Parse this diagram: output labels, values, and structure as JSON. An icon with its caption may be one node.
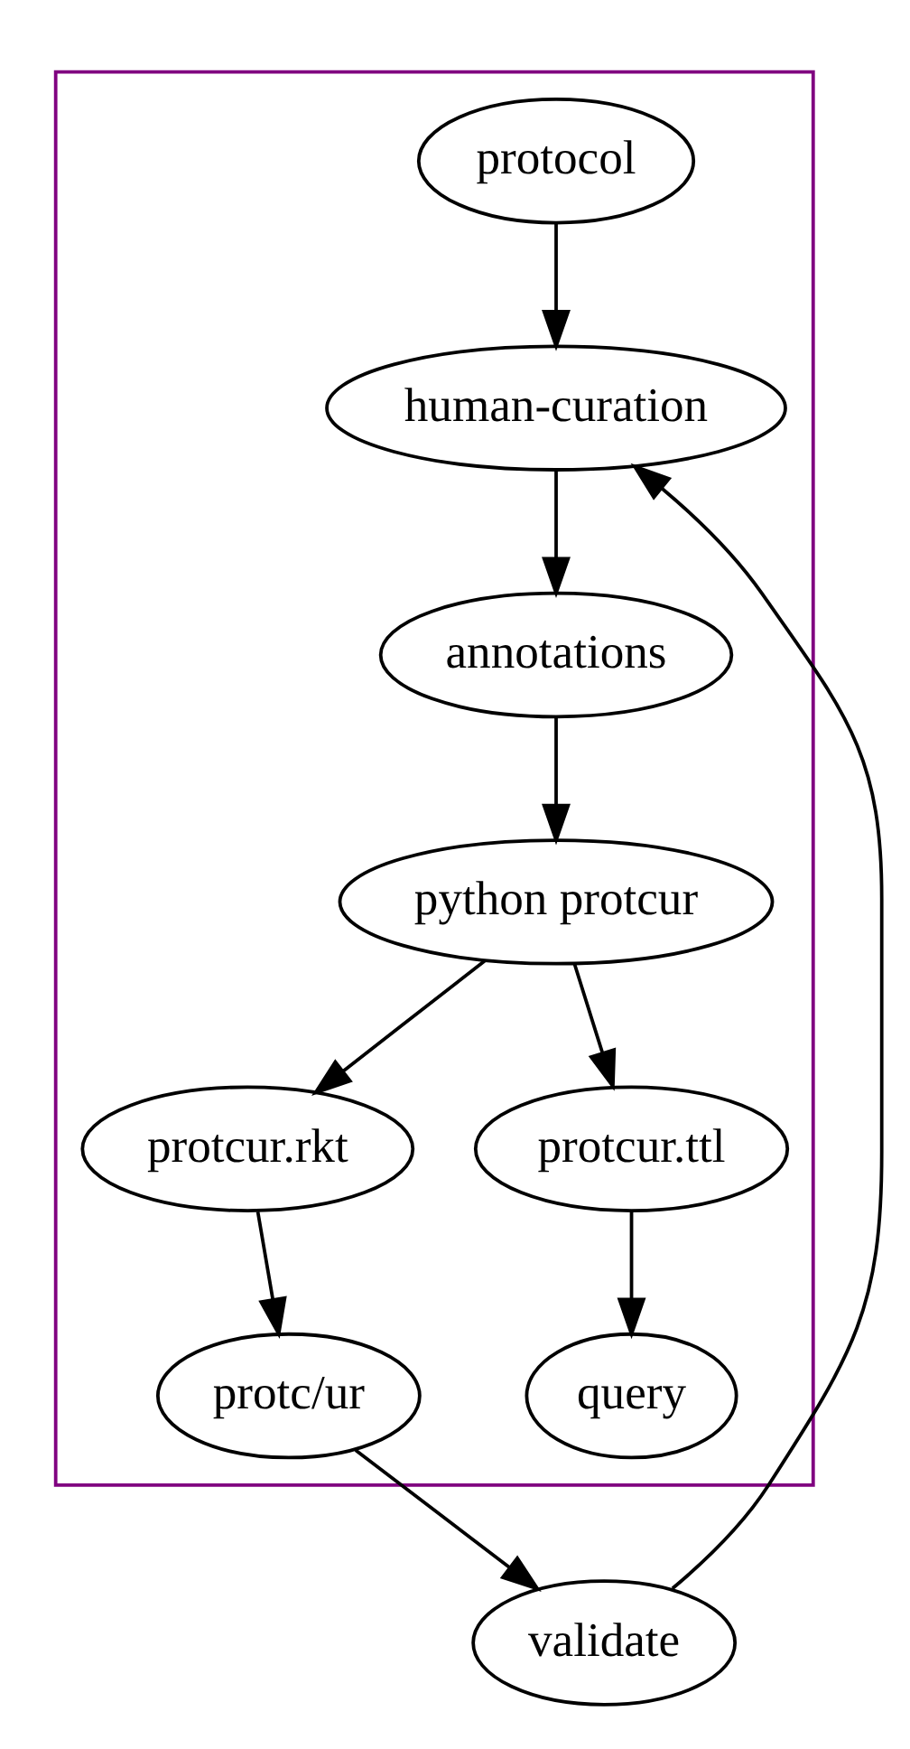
{
  "diagram": {
    "nodes": [
      {
        "text": [],
        "shape": "box"
      },
      {
        "text": [
          "protocol"
        ],
        "in": 0
      },
      {
        "text": [
          "human-curation"
        ],
        "in": 0
      },
      {
        "text": [
          "annotations"
        ],
        "in": 0
      },
      {
        "text": [
          "python protcur"
        ],
        "in": 0
      },
      {
        "text": [
          "protcur.rkt"
        ],
        "in": 0
      },
      {
        "text": [
          "protcur.ttl"
        ],
        "in": 0
      },
      {
        "text": [
          "protc/ur"
        ],
        "in": 0
      },
      {
        "text": [
          "query"
        ],
        "in": 0
      },
      {
        "text": [
          "validate"
        ]
      }
    ],
    "edges": [
      {
        "from": 1,
        "to": 2,
        "arrow": "to"
      },
      {
        "from": 2,
        "to": 3,
        "arrow": "to"
      },
      {
        "from": 3,
        "to": 4,
        "arrow": "to"
      },
      {
        "from": 4,
        "to": 5,
        "arrow": "to"
      },
      {
        "from": 4,
        "to": 6,
        "arrow": "to"
      },
      {
        "from": 5,
        "to": 7,
        "arrow": "to"
      },
      {
        "from": 6,
        "to": 8,
        "arrow": "to"
      },
      {
        "from": 7,
        "to": 9,
        "arrow": "to"
      },
      {
        "from": 9,
        "to": 2,
        "arrow": "to"
      }
    ]
  }
}
